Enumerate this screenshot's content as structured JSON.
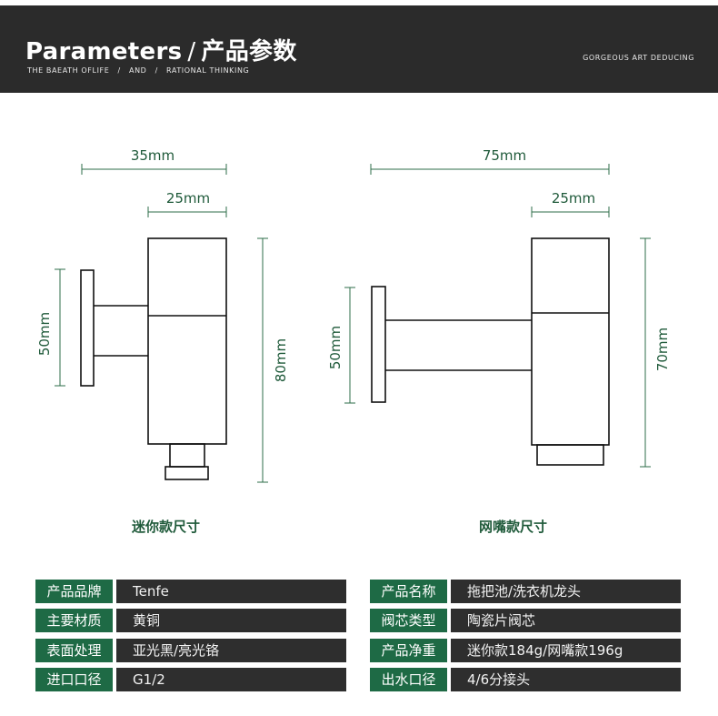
{
  "header": {
    "title_en": "Parameters",
    "title_sep": "/",
    "title_cn": "产品参数",
    "tagline": [
      "THE BAEATH OFLIFE",
      "/",
      "AND",
      "/",
      "RATIONAL THINKING"
    ],
    "right_tag": "GORGEOUS ART DEDUCING"
  },
  "mini": {
    "caption": "迷你款尺寸",
    "dims": {
      "total_width": "35mm",
      "body_width": "25mm",
      "flange_height": "50mm",
      "total_height": "80mm"
    }
  },
  "mesh": {
    "caption": "网嘴款尺寸",
    "dims": {
      "total_width": "75mm",
      "body_width": "25mm",
      "flange_height": "50mm",
      "total_height": "70mm"
    }
  },
  "specs": {
    "left": [
      {
        "label": "产品品牌",
        "value": "Tenfe"
      },
      {
        "label": "主要材质",
        "value": "黄铜"
      },
      {
        "label": "表面处理",
        "value": "亚光黑/亮光铬"
      },
      {
        "label": "进口口径",
        "value": "G1/2"
      }
    ],
    "right": [
      {
        "label": "产品名称",
        "value": "拖把池/洗衣机龙头"
      },
      {
        "label": "阀芯类型",
        "value": "陶瓷片阀芯"
      },
      {
        "label": "产品净重",
        "value": "迷你款184g/网嘴款196g"
      },
      {
        "label": "出水口径",
        "value": "4/6分接头"
      }
    ]
  },
  "colors": {
    "accent_green": "#1e6a45",
    "dark": "#2b2b2b"
  }
}
